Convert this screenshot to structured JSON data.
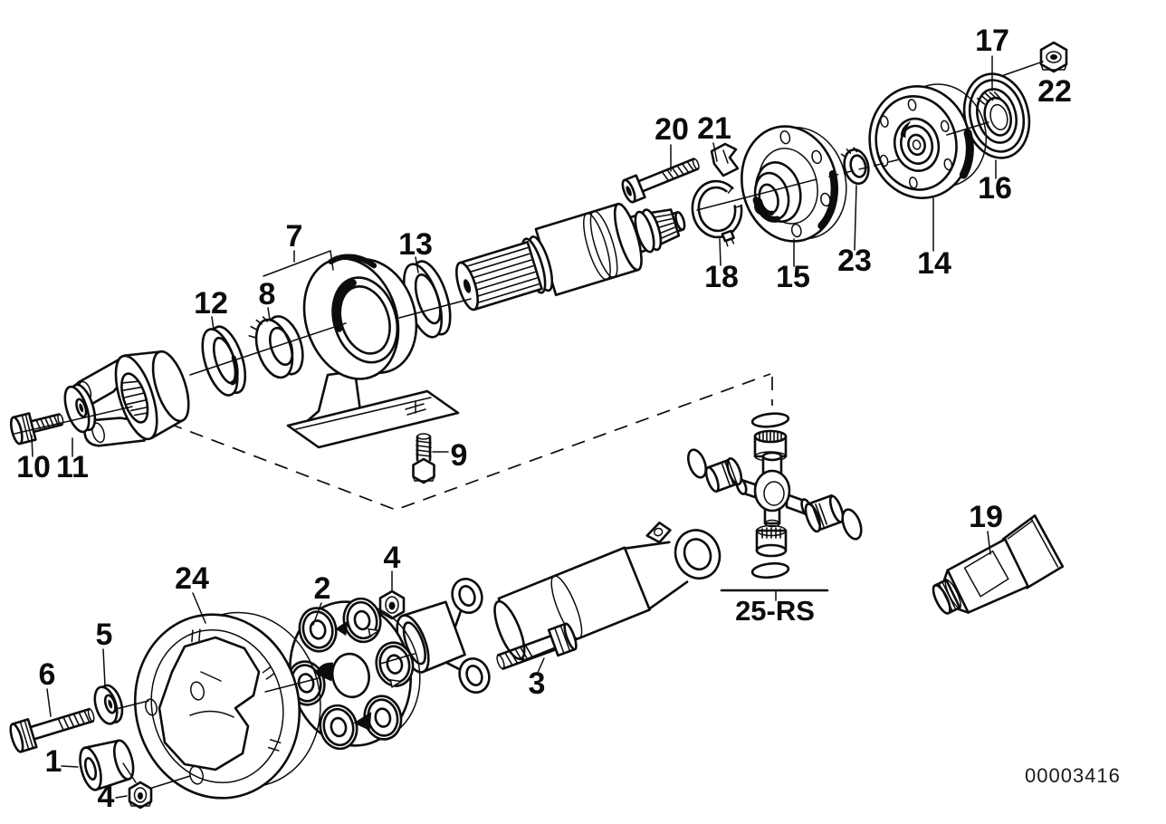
{
  "figure_number": "00003416",
  "colors": {
    "ink": "#0c0c0c",
    "background": "#ffffff"
  },
  "labels": [
    {
      "id": "17",
      "text": "17"
    },
    {
      "id": "22",
      "text": "22"
    },
    {
      "id": "16",
      "text": "16"
    },
    {
      "id": "14",
      "text": "14"
    },
    {
      "id": "23",
      "text": "23"
    },
    {
      "id": "15",
      "text": "15"
    },
    {
      "id": "18",
      "text": "18"
    },
    {
      "id": "20",
      "text": "20"
    },
    {
      "id": "21",
      "text": "21"
    },
    {
      "id": "13",
      "text": "13"
    },
    {
      "id": "7",
      "text": "7"
    },
    {
      "id": "8",
      "text": "8"
    },
    {
      "id": "12",
      "text": "12"
    },
    {
      "id": "9",
      "text": "9"
    },
    {
      "id": "10",
      "text": "10"
    },
    {
      "id": "11",
      "text": "11"
    },
    {
      "id": "19",
      "text": "19"
    },
    {
      "id": "25rs",
      "text": "25-RS"
    },
    {
      "id": "24",
      "text": "24"
    },
    {
      "id": "2",
      "text": "2"
    },
    {
      "id": "4a",
      "text": "4"
    },
    {
      "id": "5",
      "text": "5"
    },
    {
      "id": "6",
      "text": "6"
    },
    {
      "id": "3",
      "text": "3"
    },
    {
      "id": "1",
      "text": "1"
    },
    {
      "id": "4b",
      "text": "4"
    }
  ]
}
